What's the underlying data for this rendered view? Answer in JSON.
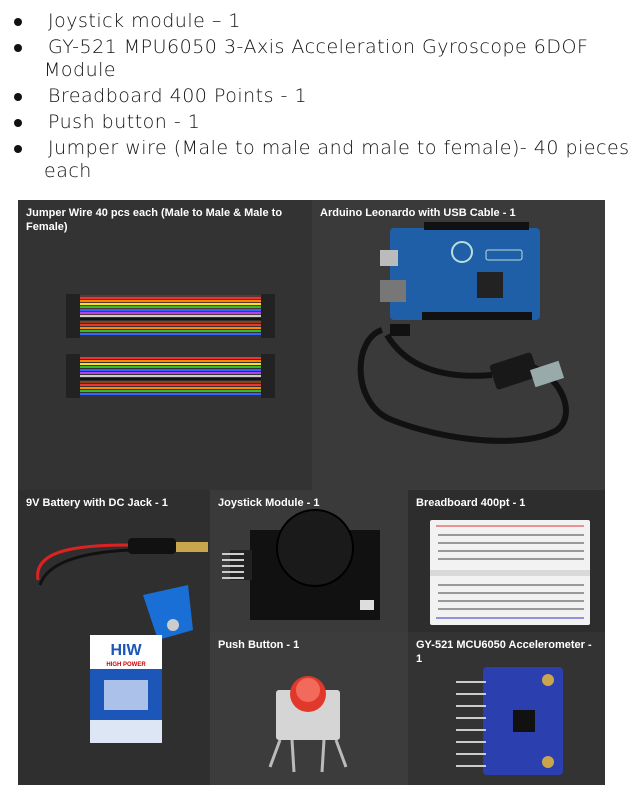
{
  "bullets": [
    "Joystick module – 1",
    "GY-521 MPU6050 3-Axis Acceleration Gyroscope 6DOF Module",
    "Breadboard 400 Points - 1",
    "Push button - 1",
    "Jumper wire (Male to male and male to female)- 40 pieces each"
  ],
  "photo": {
    "jumper_caption": "Jumper Wire 40 pcs each (Male to Male & Male to Female)",
    "arduino_caption": "Arduino Leonardo with USB Cable - 1",
    "battery_caption": "9V Battery with DC Jack - 1",
    "joystick_caption": "Joystick Module - 1",
    "breadboard_caption": "Breadboard 400pt - 1",
    "pushbutton_caption": "Push Button - 1",
    "gy521_caption": "GY-521 MCU6050 Accelerometer - 1",
    "battery_brand": "HIW",
    "battery_subtitle": "HIGH POWER"
  }
}
